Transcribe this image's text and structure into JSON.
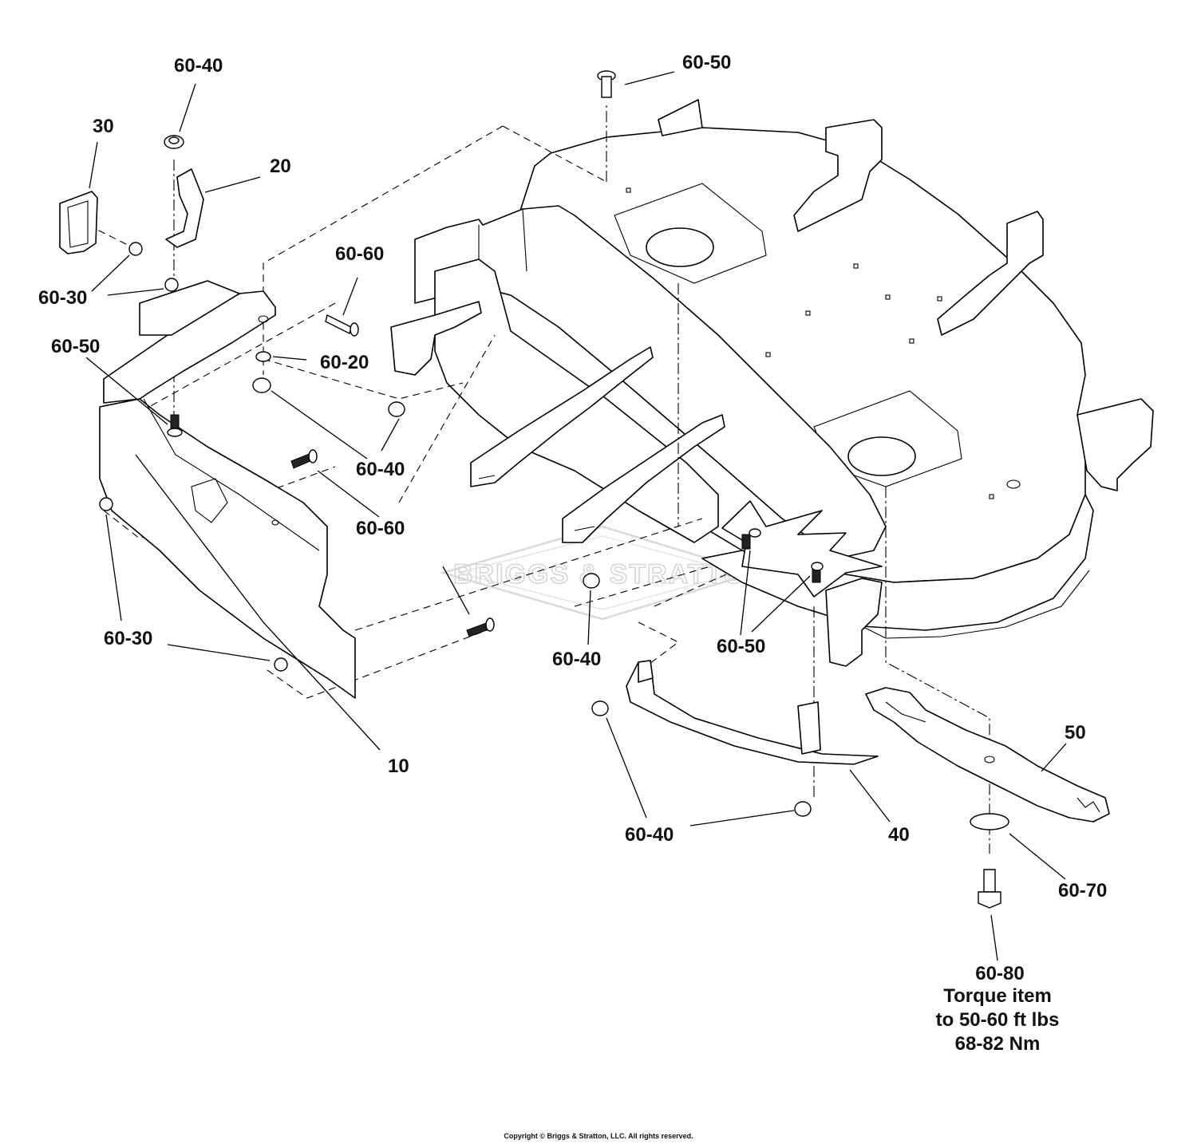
{
  "diagram": {
    "labels": {
      "l_60_40_top": "60-40",
      "l_30": "30",
      "l_20": "20",
      "l_60_30_a": "60-30",
      "l_60_50_left": "60-50",
      "l_60_60_a": "60-60",
      "l_60_20": "60-20",
      "l_60_40_b": "60-40",
      "l_60_50_top": "60-50",
      "l_60_60_b": "60-60",
      "l_60_30_b": "60-30",
      "l_10": "10",
      "l_60_40_c": "60-40",
      "l_60_50_c": "60-50",
      "l_50": "50",
      "l_60_40_d": "60-40",
      "l_40": "40",
      "l_60_70": "60-70",
      "l_60_80": "60-80"
    },
    "torque_note": {
      "line1": "Torque item",
      "line2": "to 50-60 ft lbs",
      "line3": "68-82 Nm"
    },
    "watermark": "BRIGGS & STRATTON",
    "copyright": "Copyright © Briggs & Stratton, LLC. All rights reserved."
  }
}
